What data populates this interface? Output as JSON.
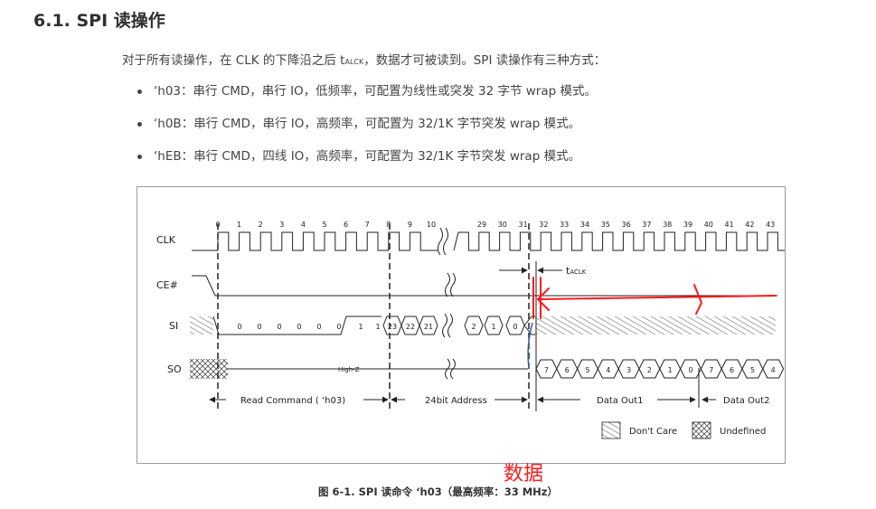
{
  "heading": "6.1.   SPI 读操作",
  "intro": {
    "before": "对于所有读操作，在 CLK 的下降沿之后 t",
    "sub": "ALCK",
    "after": "，数据才可被读到。SPI 读操作有三种方式："
  },
  "bullets": [
    "‘h03：串行 CMD，串行 IO，低频率，可配置为线性或突发 32 字节 wrap 模式。",
    "‘h0B：串行 CMD，串行 IO，高频率，可配置为 32/1K 字节突发 wrap 模式。",
    "‘hEB：串行 CMD，四线 IO，高频率，可配置为 32/1K 字节突发 wrap 模式。"
  ],
  "diagram": {
    "signals": [
      "CLK",
      "CE#",
      "SI",
      "SO"
    ],
    "clock_numbers": [
      "0",
      "1",
      "2",
      "3",
      "4",
      "5",
      "6",
      "7",
      "8",
      "9",
      "10",
      "29",
      "30",
      "31",
      "32",
      "33",
      "34",
      "35",
      "36",
      "37",
      "38",
      "39",
      "40",
      "41",
      "42",
      "43"
    ],
    "tac_label": "t",
    "tac_sub": "ACLK",
    "si_cmd_bits": [
      "0",
      "0",
      "0",
      "0",
      "0",
      "0",
      "1",
      "1"
    ],
    "si_addr_bits": [
      "23",
      "22",
      "21",
      "2",
      "1",
      "0"
    ],
    "so_highz": "High-Z",
    "so_bits": [
      "7",
      "6",
      "5",
      "4",
      "3",
      "2",
      "1",
      "0",
      "7",
      "6",
      "5",
      "4"
    ],
    "phase_labels": {
      "read_command": "Read Command ( ‘h03)",
      "address": "24bit Address",
      "data_out1": "Data Out1",
      "data_out2": "Data Out2"
    },
    "legend": {
      "dont_care": "Don't Care",
      "undefined": "Undefined"
    },
    "annotation_color": "#ff1a1a"
  },
  "annotation": "数据",
  "caption": "图 6-1. SPI 读命令 ‘h03（最高频率：33 MHz）"
}
